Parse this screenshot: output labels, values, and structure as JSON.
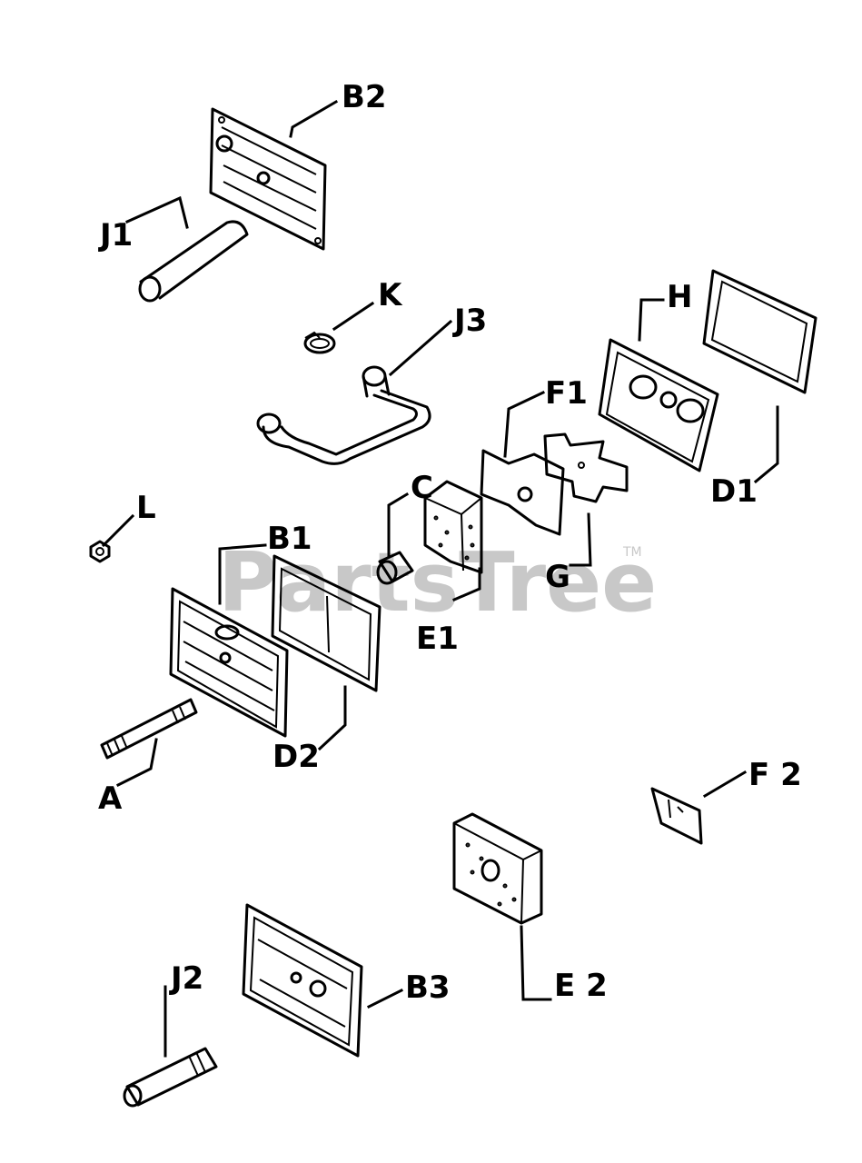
{
  "watermark": {
    "text": "PartsTree",
    "trademark": "TM"
  },
  "labels": {
    "B2": "B2",
    "J1": "J1",
    "K": "K",
    "J3": "J3",
    "H": "H",
    "F1": "F1",
    "D1": "D1",
    "C": "C",
    "L": "L",
    "B1": "B1",
    "G": "G",
    "E1": "E1",
    "D2": "D2",
    "A": "A",
    "F2": "F 2",
    "J2": "J2",
    "B3": "B3",
    "E2": "E 2"
  }
}
